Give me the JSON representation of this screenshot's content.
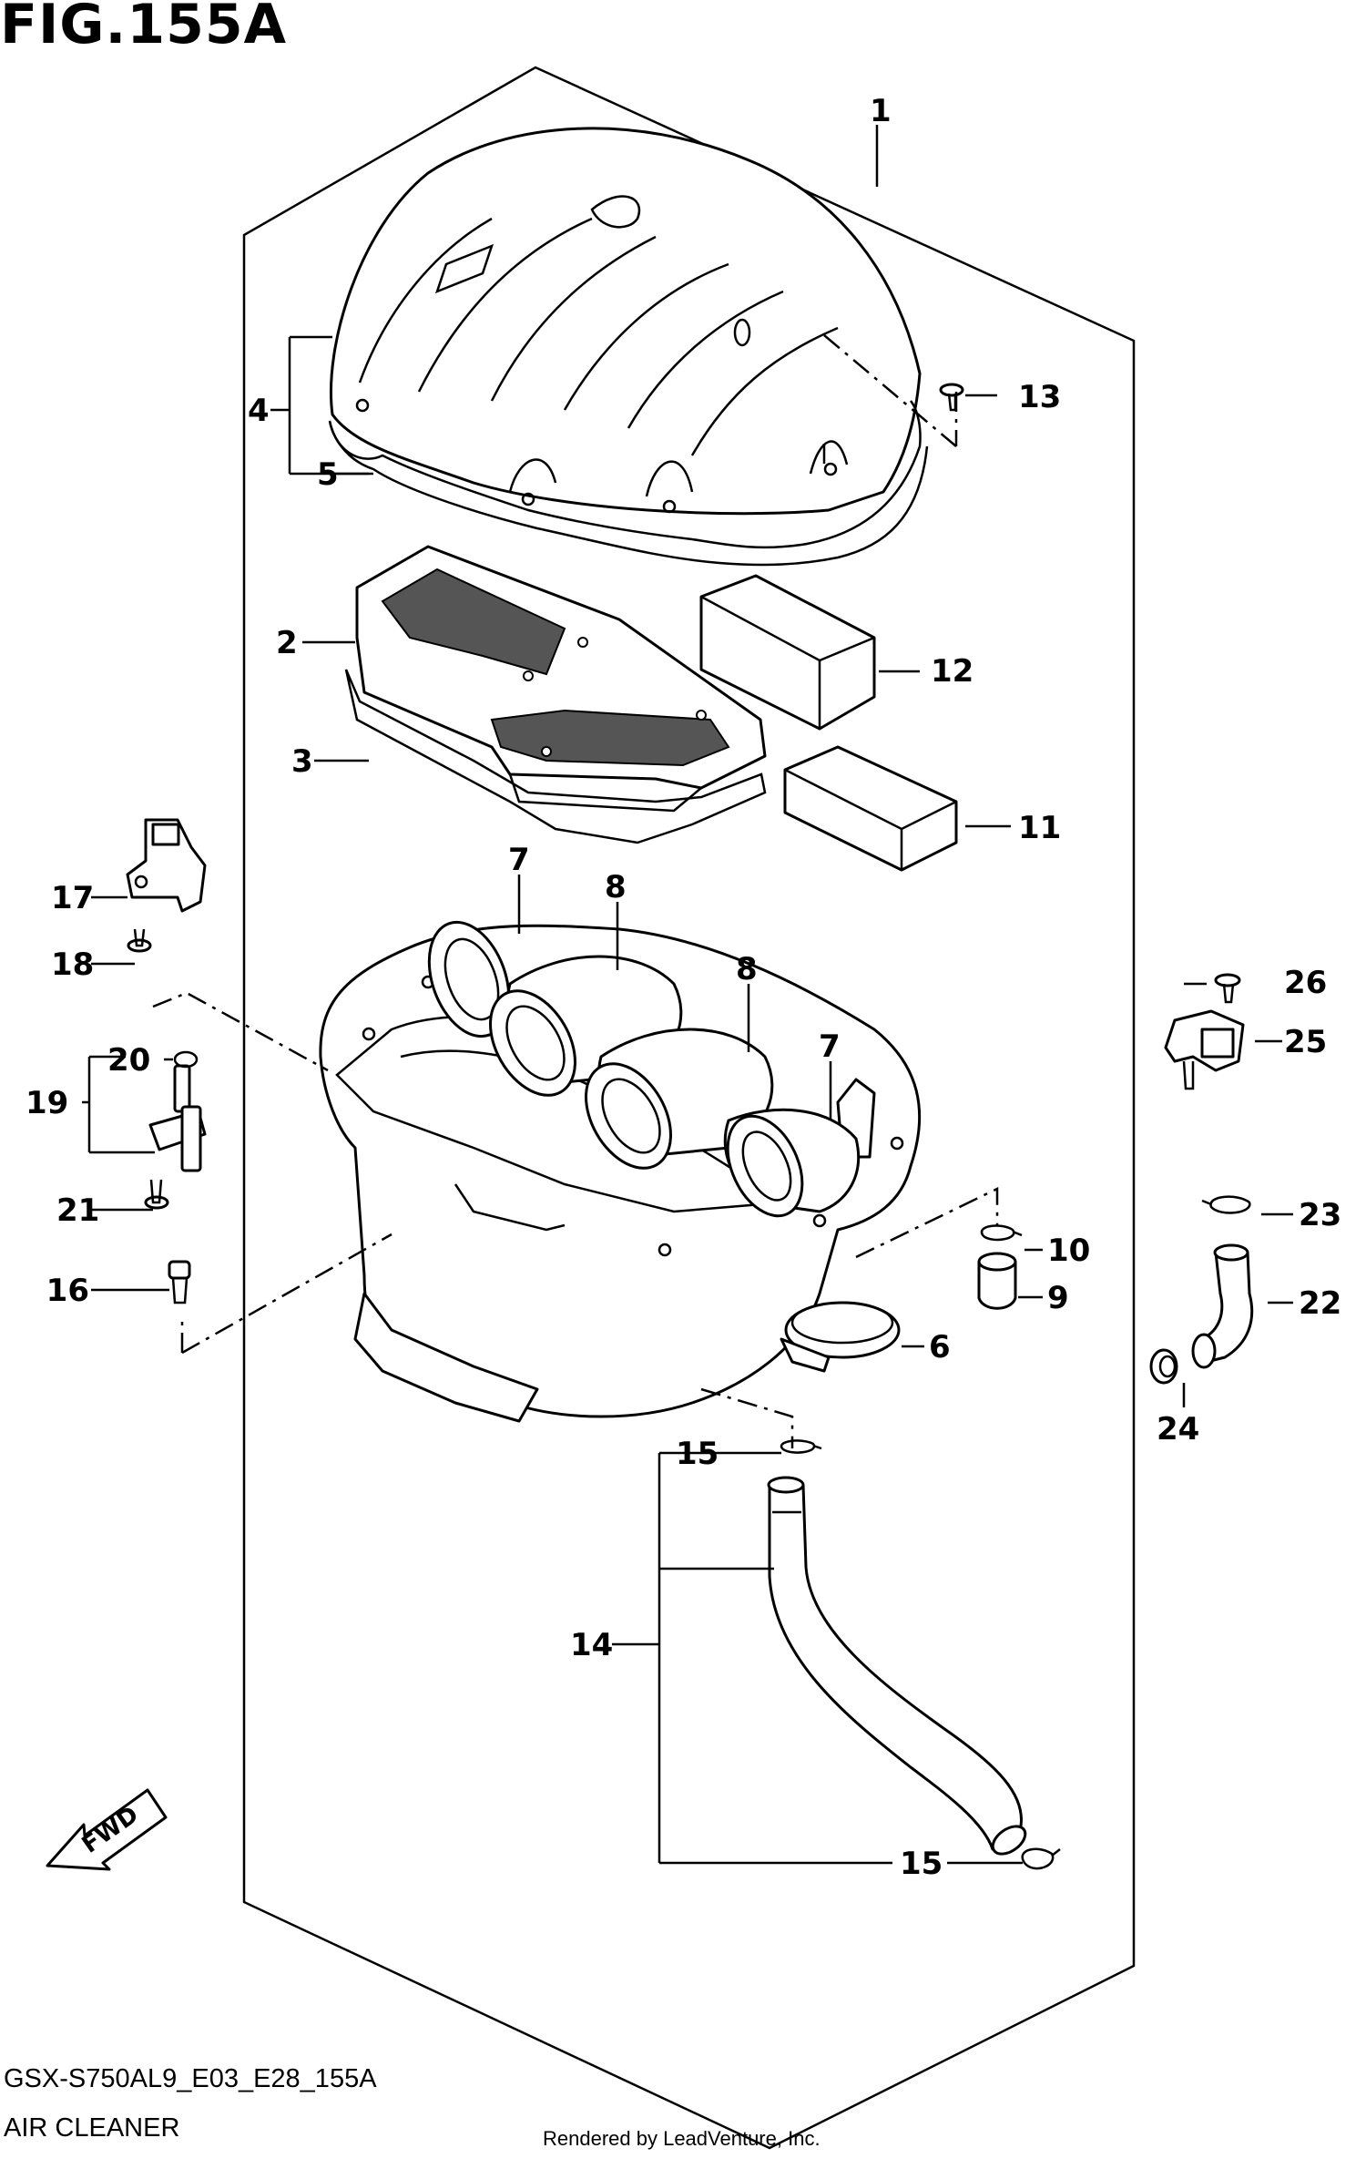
{
  "figure": {
    "title": "FIG.155A",
    "model_code": "GSX-S750AL9_E03_E28_155A",
    "section_name": "AIR CLEANER",
    "rendered_by": "Rendered by LeadVenture, Inc.",
    "fwd_label": "FWD"
  },
  "callouts": {
    "c1": "1",
    "c2": "2",
    "c3": "3",
    "c4": "4",
    "c5": "5",
    "c6": "6",
    "c7a": "7",
    "c7b": "7",
    "c8a": "8",
    "c8b": "8",
    "c9": "9",
    "c10": "10",
    "c11": "11",
    "c12": "12",
    "c13": "13",
    "c14": "14",
    "c15a": "15",
    "c15b": "15",
    "c16": "16",
    "c17": "17",
    "c18": "18",
    "c19": "19",
    "c20": "20",
    "c21": "21",
    "c22": "22",
    "c23": "23",
    "c24": "24",
    "c25": "25",
    "c26": "26"
  }
}
